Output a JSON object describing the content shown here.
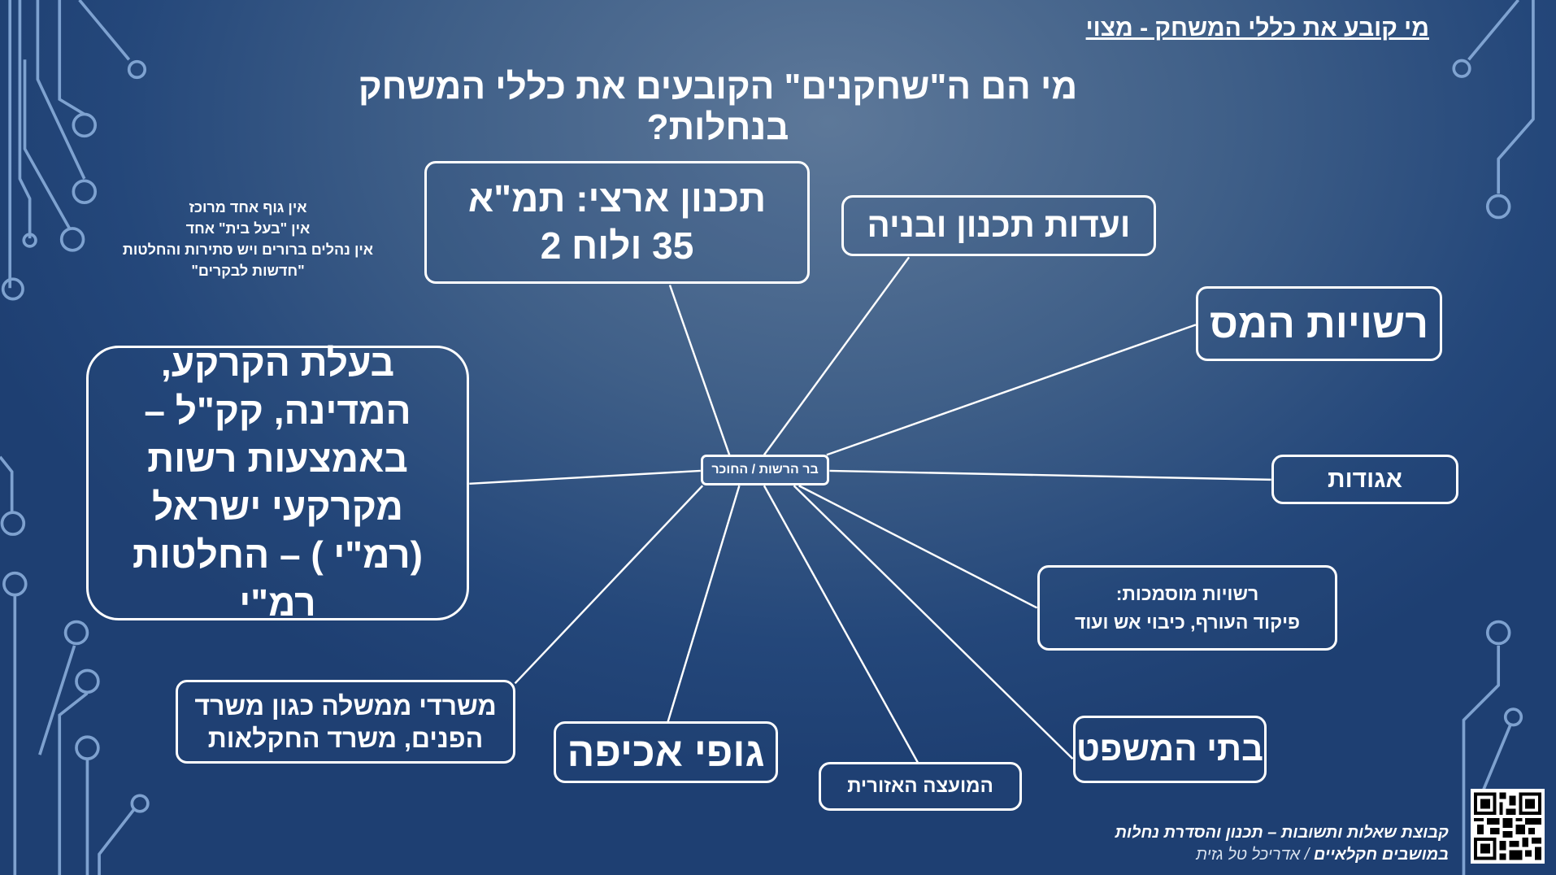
{
  "header": {
    "subtitle": "מי קובע את כללי המשחק - מצוי",
    "title": "מי הם ה\"שחקנים\" הקובעים את כללי המשחק בנחלות?"
  },
  "side_note": [
    "אין גוף אחד מרוכז",
    "אין \"בעל בית\" אחד",
    "אין נהלים ברורים ויש סתירות והחלטות",
    "\"חדשות לבקרים\""
  ],
  "center": "בר הרשות / החוכר",
  "nodes": {
    "tamma": "תכנון ארצי: תמ\"א 35 ולוח 2",
    "vaadot": "ועדות תכנון ובניה",
    "mas": "רשויות המס",
    "agudot": "אגודות",
    "musmachot_1": "רשויות מוסמכות:",
    "musmachot_2": "פיקוד העורף, כיבוי אש ועוד",
    "batei": "בתי המשפט",
    "moatza": "המועצה האזורית",
    "gufei": "גופי אכיפה",
    "misradei": "משרדי ממשלה כגון משרד הפנים, משרד החקלאות",
    "baalut": "בעלת הקרקע, המדינה, קק\"ל – באמצעות רשות מקרקעי ישראל (רמ\"י ) – החלטות רמ\"י"
  },
  "footer": {
    "line1": "קבוצת שאלות ותשובות – תכנון והסדרת נחלות",
    "line2a": "במושבים חקלאיים",
    "line2b": " / אדריכל טל גזית"
  },
  "qr_icon": "qr-code-icon"
}
